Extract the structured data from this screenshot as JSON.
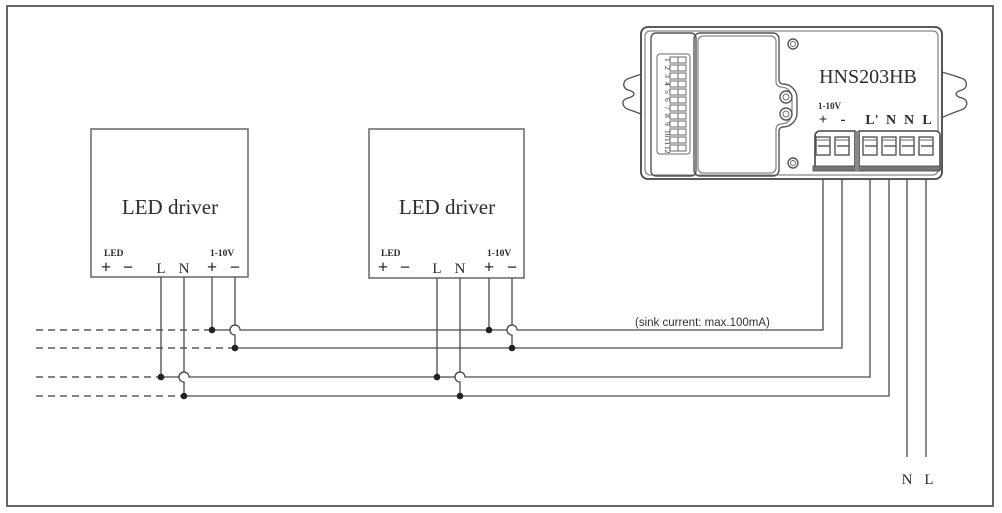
{
  "diagram": {
    "type": "wiring-diagram",
    "controller": {
      "model": "HNS203HB",
      "dip_switch_numbers": [
        "1",
        "2",
        "3",
        "4",
        "5",
        "6",
        "7",
        "8",
        "9",
        "10",
        "11",
        "12"
      ],
      "terminal_group_label": "1-10V",
      "terminals": [
        "+",
        "-",
        "L'",
        "N",
        "N",
        "L"
      ]
    },
    "drivers": [
      {
        "title": "LED driver",
        "led_label": "LED",
        "dim_label": "1-10V",
        "terminals": [
          "+",
          "−",
          "L",
          "N",
          "+",
          "−"
        ]
      },
      {
        "title": "LED driver",
        "led_label": "LED",
        "dim_label": "1-10V",
        "terminals": [
          "+",
          "−",
          "L",
          "N",
          "+",
          "−"
        ]
      }
    ],
    "annotation": "(sink current: max.100mA)",
    "mains_labels": [
      "N",
      "L"
    ],
    "buses": [
      {
        "name": "dim-plus",
        "from": "1-10V +"
      },
      {
        "name": "dim-minus",
        "from": "1-10V -"
      },
      {
        "name": "line-switched",
        "from": "L'"
      },
      {
        "name": "neutral",
        "from": "N"
      }
    ]
  }
}
